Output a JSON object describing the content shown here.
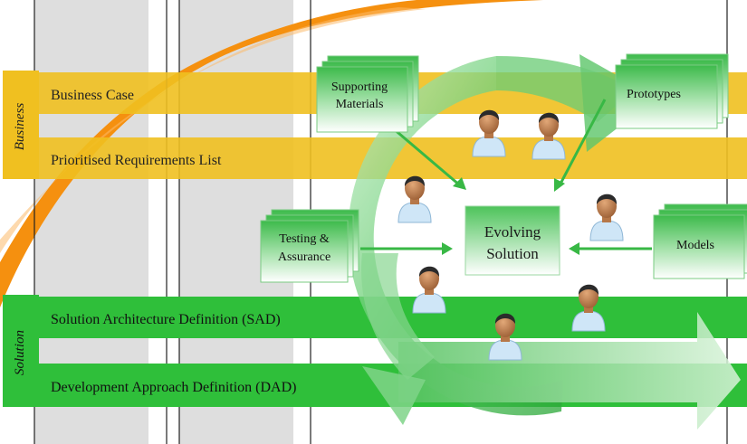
{
  "bands": {
    "business": {
      "label": "Business",
      "rows": [
        "Business Case",
        "Prioritised Requirements List"
      ],
      "color": "#f0c020"
    },
    "solution": {
      "label": "Solution",
      "rows": [
        "Solution Architecture Definition (SAD)",
        "Development Approach Definition (DAD)"
      ],
      "color": "#2fbf3a"
    }
  },
  "center": {
    "line1": "Evolving",
    "line2": "Solution"
  },
  "cards": {
    "supporting": {
      "line1": "Supporting",
      "line2": "Materials"
    },
    "prototypes": {
      "line1": "Prototypes"
    },
    "testing": {
      "line1": "Testing &",
      "line2": "Assurance"
    },
    "models": {
      "line1": "Models"
    }
  },
  "colors": {
    "orange_arc": "#f5900f",
    "gray_column": "#dedede",
    "card_green_top": "#39b54a",
    "card_green_bottom": "#ffffff",
    "cycle_green": "#4cc75a",
    "arrow_green": "#38b845",
    "person_skin": "#c98a5a",
    "person_shirt": "#cfe6f7",
    "person_hair": "#2b2b2b"
  }
}
